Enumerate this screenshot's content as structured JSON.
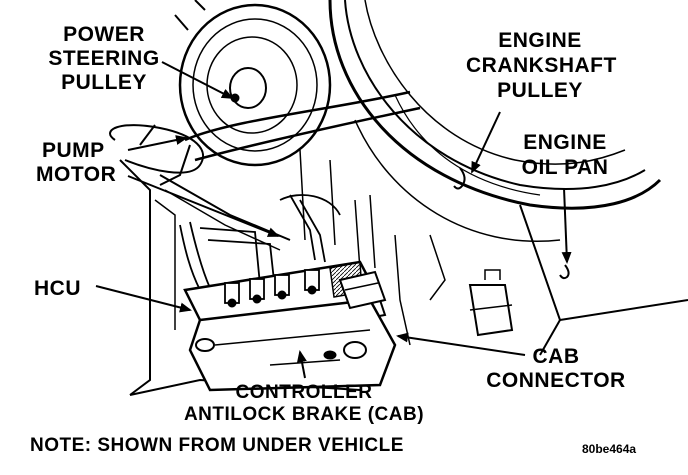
{
  "labels": {
    "power_steering_pulley": [
      "POWER",
      "STEERING",
      "PULLEY"
    ],
    "engine_crankshaft_pulley": [
      "ENGINE",
      "CRANKSHAFT",
      "PULLEY"
    ],
    "engine_oil_pan": [
      "ENGINE",
      "OIL PAN"
    ],
    "pump_motor": [
      "PUMP",
      "MOTOR"
    ],
    "hcu": "HCU",
    "cab_connector": [
      "CAB",
      "CONNECTOR"
    ],
    "controller": [
      "CONTROLLER",
      "ANTILOCK BRAKE (CAB)"
    ],
    "note": "NOTE: SHOWN FROM UNDER VEHICLE",
    "figure_id": "80be464a"
  }
}
